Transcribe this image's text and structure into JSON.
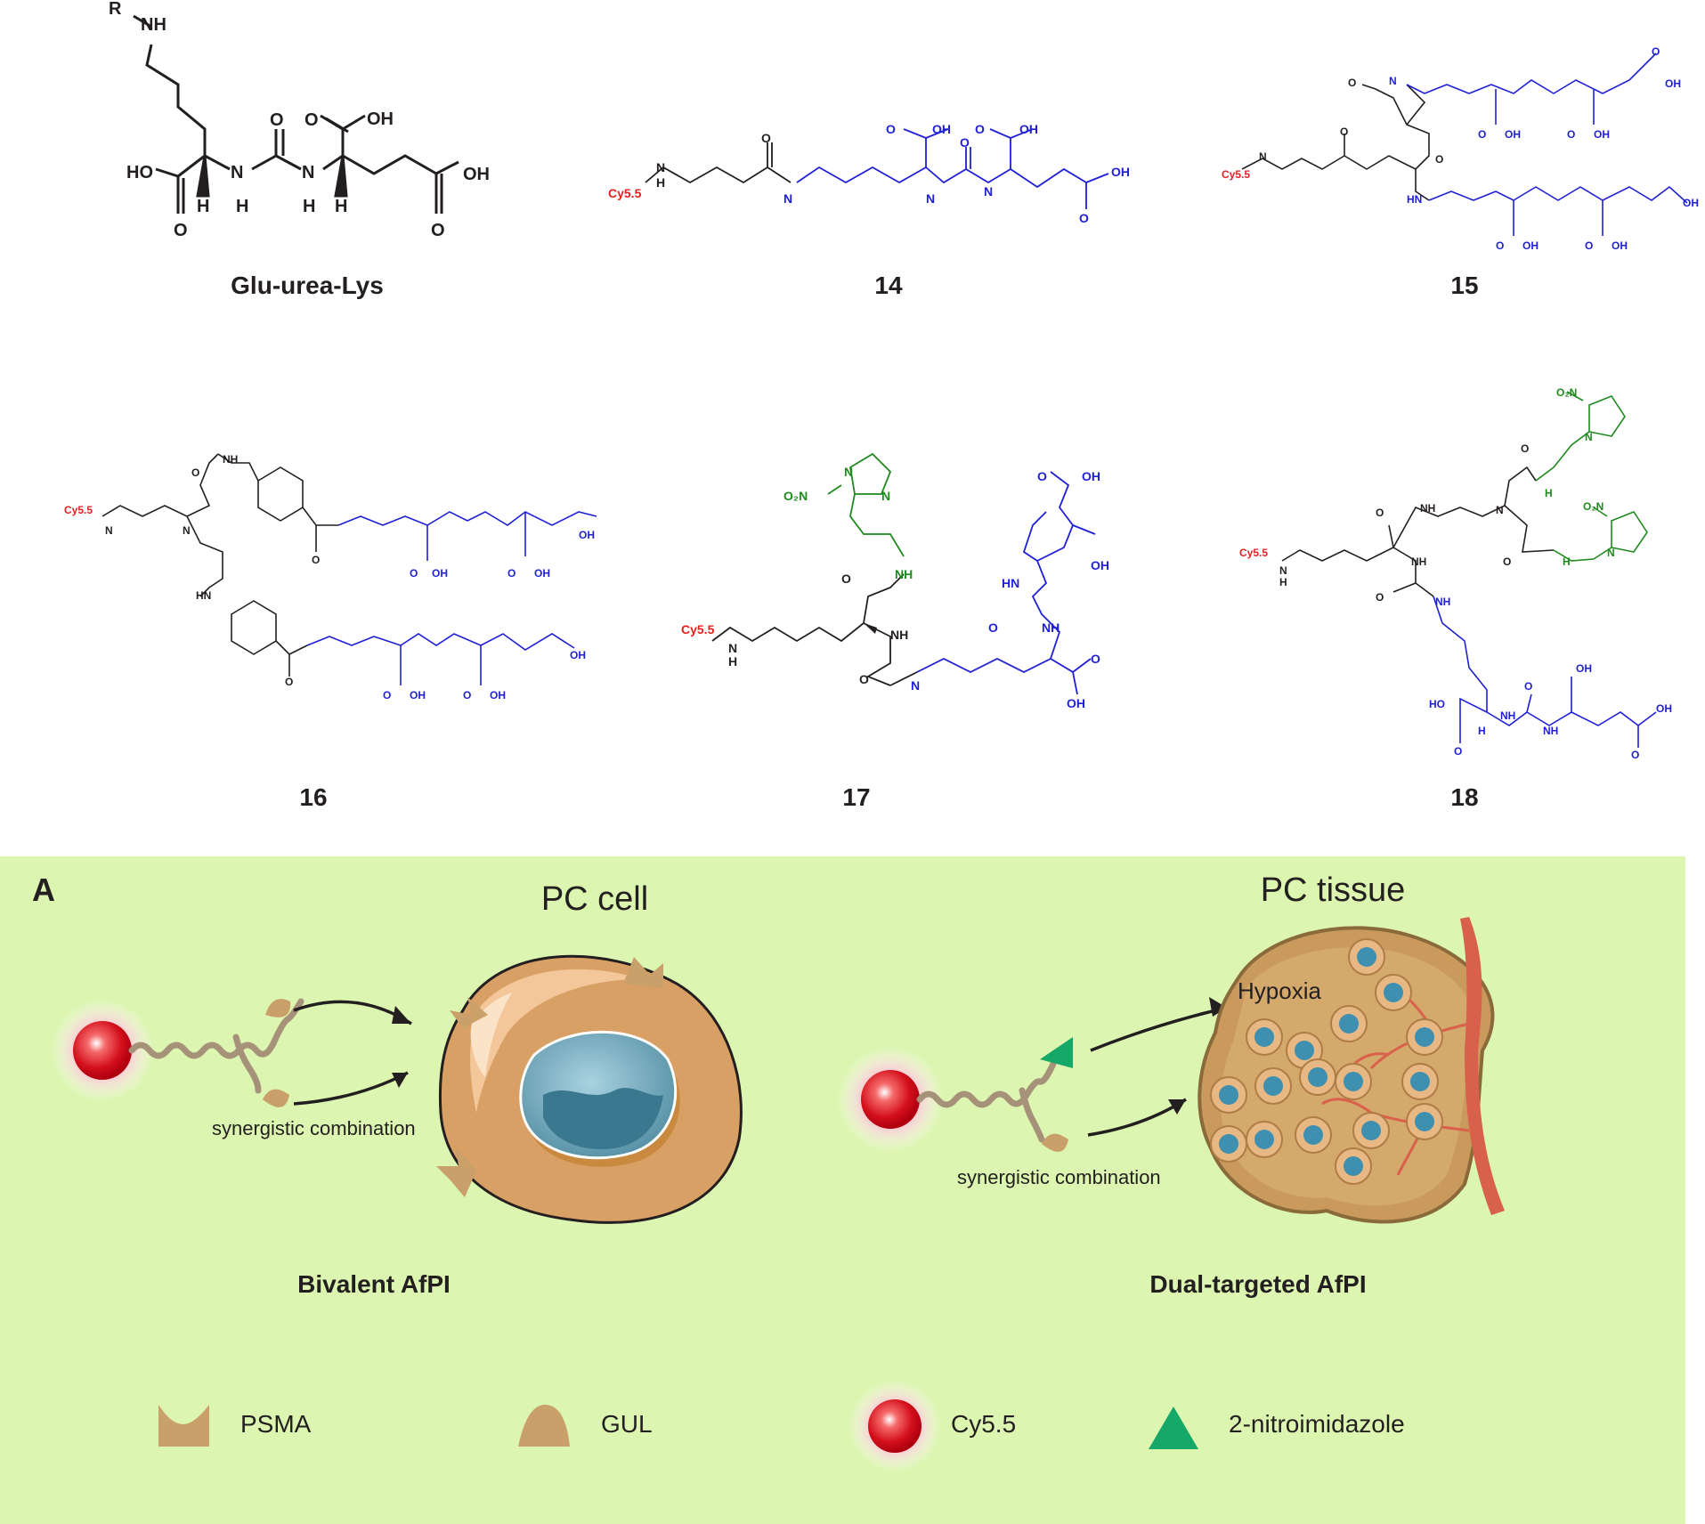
{
  "structures": {
    "glu_urea_lys": {
      "name": "Glu-urea-Lys",
      "atoms": {
        "r": "R",
        "nh": "NH",
        "ho": "HO",
        "oh1": "OH",
        "oh2": "OH",
        "o1": "O",
        "o2": "O",
        "o3": "O",
        "o4": "O",
        "n1": "N",
        "n2": "N",
        "h1": "H",
        "h2": "H",
        "h3": "H",
        "h4": "H"
      }
    },
    "c14": {
      "name": "14",
      "cy": "Cy5.5",
      "n": "N",
      "h": "H"
    },
    "c15": {
      "name": "15",
      "cy": "Cy5.5",
      "n": "N",
      "h": "H"
    },
    "c16": {
      "name": "16",
      "cy": "Cy5.5",
      "n": "N",
      "h": "H"
    },
    "c17": {
      "name": "17",
      "cy": "Cy5.5",
      "n": "N",
      "h": "H",
      "nitro": "O₂N"
    },
    "c18": {
      "name": "18",
      "cy": "Cy5.5",
      "n": "N",
      "h": "H",
      "nitro": "O₂N"
    },
    "common_atoms": {
      "o": "O",
      "oh": "OH",
      "nh": "NH",
      "hn": "HN",
      "ho": "HO",
      "h": "H",
      "n": "N"
    }
  },
  "panel": {
    "letter": "A",
    "cell_title": "PC cell",
    "tissue_title": "PC tissue",
    "hypoxia": "Hypoxia",
    "synergy_left": "synergistic combination",
    "synergy_right": "synergistic combination",
    "bivalent": "Bivalent AfPI",
    "dual": "Dual-targeted AfPI",
    "background_color": "#dcf5b0"
  },
  "legend": [
    {
      "label": "PSMA",
      "icon": "psma-icon"
    },
    {
      "label": "GUL",
      "icon": "gul-icon"
    },
    {
      "label": "Cy5.5",
      "icon": "cy55-icon"
    },
    {
      "label": "2-nitroimidazole",
      "icon": "nitroimidazole-icon"
    }
  ],
  "colors": {
    "ligand_blue": "#1f1fd6",
    "dye_red": "#e32121",
    "nitro_green": "#1f8a1f",
    "cell_orange": "#d9a066",
    "nucleus_blue": "#5a93a8",
    "vessel_red": "#d9604a",
    "triangle_green": "#16a868"
  }
}
